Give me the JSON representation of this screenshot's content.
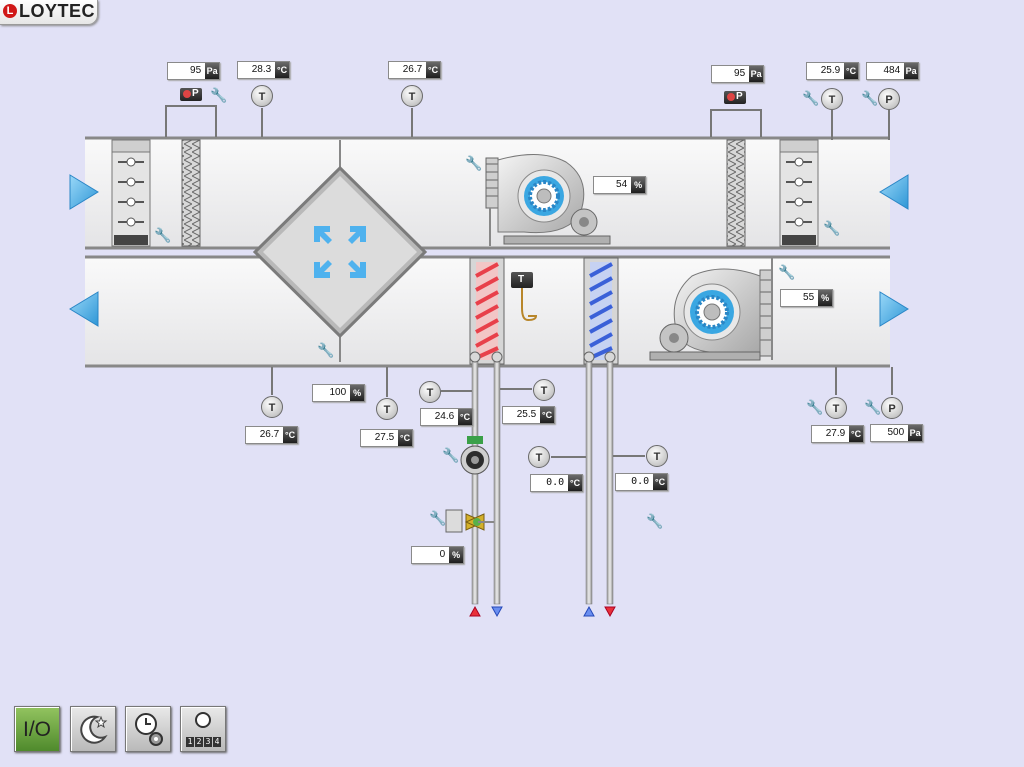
{
  "logo": {
    "mark": "L",
    "text": "LOYTEC"
  },
  "readings": {
    "supply_filter_dp": {
      "value": "95",
      "unit": "Pa"
    },
    "outside_air_temp": {
      "value": "28.3",
      "unit": "°C"
    },
    "hrc_outlet_temp": {
      "value": "26.7",
      "unit": "°C"
    },
    "exhaust_filter_dp": {
      "value": "95",
      "unit": "Pa"
    },
    "extract_air_temp": {
      "value": "25.9",
      "unit": "°C"
    },
    "extract_pressure": {
      "value": "484",
      "unit": "Pa"
    },
    "exhaust_fan_speed": {
      "value": "54",
      "unit": "%"
    },
    "supply_fan_speed": {
      "value": "55",
      "unit": "%"
    },
    "exhaust_air_temp": {
      "value": "26.7",
      "unit": "°C"
    },
    "bypass_damper": {
      "value": "100",
      "unit": "%"
    },
    "after_hrc_temp": {
      "value": "27.5",
      "unit": "°C"
    },
    "heating_flow_temp": {
      "value": "24.6",
      "unit": "°C"
    },
    "heating_return_temp": {
      "value": "25.5",
      "unit": "°C"
    },
    "cooling_flow_temp": {
      "value": "0.0",
      "unit": "°C"
    },
    "cooling_return_temp": {
      "value": "0.0",
      "unit": "°C"
    },
    "heating_valve": {
      "value": "0",
      "unit": "%"
    },
    "supply_air_temp": {
      "value": "27.9",
      "unit": "°C"
    },
    "supply_pressure": {
      "value": "500",
      "unit": "Pa"
    }
  },
  "symbols": {
    "temperature": "T",
    "pressure": "P"
  },
  "toolbar": {
    "io_label": "I/O",
    "night_icon": "moon-star-icon",
    "schedule_icon": "clock-settings-icon",
    "counter_digits": [
      "1",
      "2",
      "3",
      "4"
    ]
  },
  "colors": {
    "background": "#e1e1f6",
    "duct": "#ececec",
    "air_arrow": "#5ab7ea",
    "heating": "#e8404a",
    "cooling": "#3a60d8",
    "active_button": "#6aa83c"
  }
}
